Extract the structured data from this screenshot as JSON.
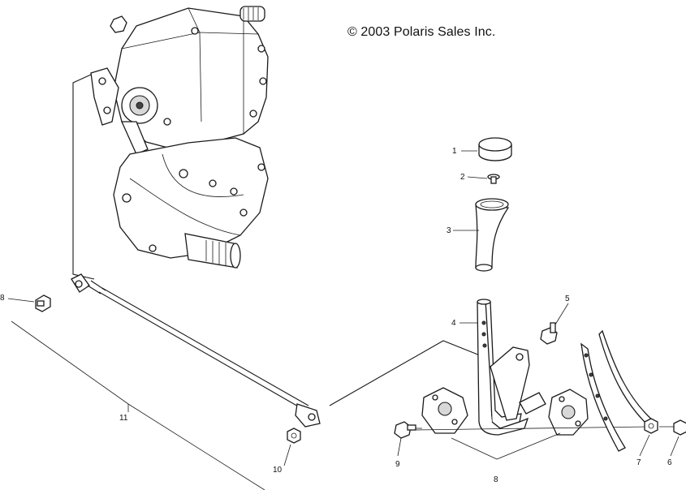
{
  "copyright": "© 2003 Polaris Sales Inc.",
  "callouts": {
    "c1": "1",
    "c2": "2",
    "c3": "3",
    "c4": "4",
    "c5": "5",
    "c6": "6",
    "c7": "7",
    "c8": "8",
    "c8_right": "8",
    "c9": "9",
    "c10": "10",
    "c11": "11"
  }
}
